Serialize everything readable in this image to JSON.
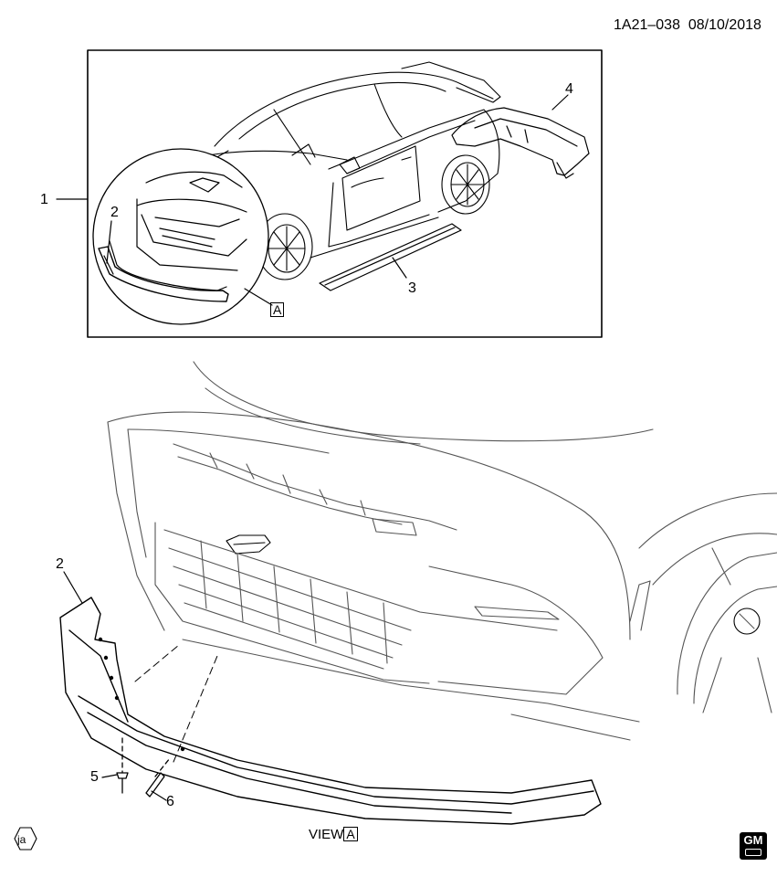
{
  "header": {
    "code": "1A21–038",
    "date": "08/10/2018"
  },
  "callouts": {
    "c1": "1",
    "c2_top": "2",
    "c3": "3",
    "c4": "4",
    "c2_bottom": "2",
    "c5": "5",
    "c6": "6"
  },
  "view_ref": {
    "box_label": "A",
    "view_word": "VIEW",
    "view_box": "A"
  },
  "corner_badge": "ja",
  "logo_text": "GM"
}
